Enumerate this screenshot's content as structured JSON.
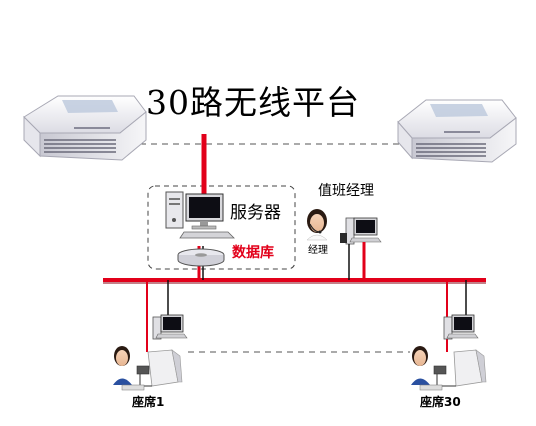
{
  "title": "30路无线平台",
  "server_label": "服务器",
  "database_label": "数据库",
  "duty_manager_label": "值班经理",
  "manager_label": "经理",
  "seat_first_label": "座席1",
  "seat_last_label": "座席30",
  "colors": {
    "network_line": "#e2001a",
    "dashed_line": "#555555",
    "device_body": "#f4f4f4"
  }
}
